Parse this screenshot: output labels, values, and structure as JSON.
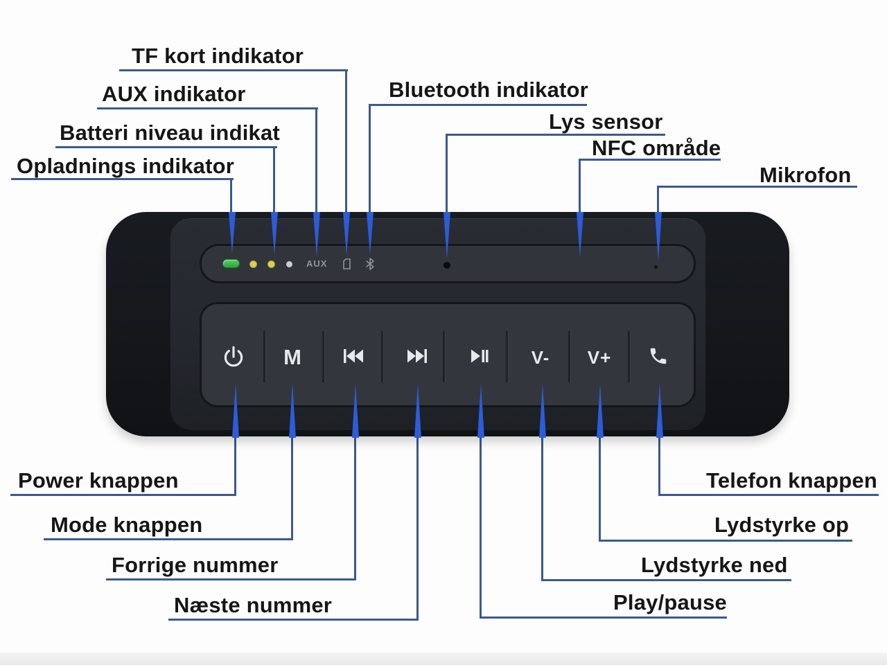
{
  "labels": {
    "tf_card": "TF kort indikator",
    "aux": "AUX indikator",
    "battery_level": "Batteri niveau indikat",
    "charging": "Opladnings indikator",
    "bluetooth": "Bluetooth indikator",
    "light_sensor": "Lys sensor",
    "nfc_area": "NFC område",
    "microphone": "Mikrofon",
    "power": "Power knappen",
    "mode": "Mode knappen",
    "previous": "Forrige nummer",
    "next": "Næste nummer",
    "phone": "Telefon knappen",
    "volume_up": "Lydstyrke op",
    "volume_down": "Lydstyrke ned",
    "play_pause": "Play/pause"
  },
  "speaker": {
    "buttons": {
      "mode": "M",
      "volume_down": "V-",
      "volume_up": "V+"
    },
    "indicator_strip": {
      "aux_text": "AUX"
    }
  },
  "colors": {
    "callout_line": "#3b5a8c",
    "arrow_blue": "#2c5cd8",
    "led_green": "#3dbb4d",
    "led_yellow": "#d6d054",
    "led_white": "#c9ccd0",
    "label_text": "#161616"
  }
}
